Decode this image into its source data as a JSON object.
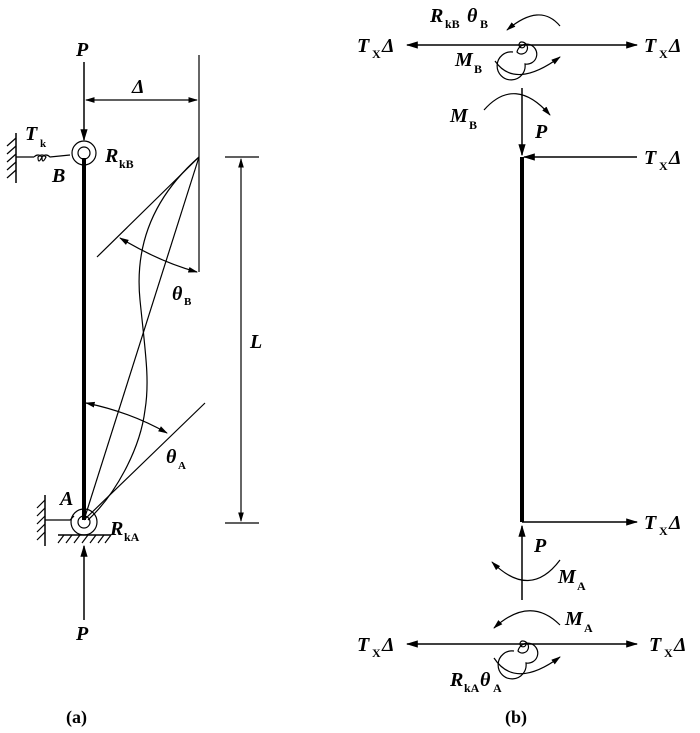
{
  "diagram": {
    "panel_a": {
      "caption": "(a)",
      "load_top": "P",
      "load_bottom": "P",
      "deflection": "Δ",
      "spring_label": "T",
      "spring_sub": "k",
      "node_top": "B",
      "node_bottom": "A",
      "rot_spring_top": "R",
      "rot_spring_top_sub": "kB",
      "rot_spring_bottom": "R",
      "rot_spring_bottom_sub": "kA",
      "angle_top": "θ",
      "angle_top_sub": "B",
      "angle_bottom": "θ",
      "angle_bottom_sub": "A",
      "length": "L"
    },
    "panel_b": {
      "caption": "(b)",
      "top_left_force": "T",
      "top_left_force_sub": "X",
      "top_left_force_delta": "Δ",
      "top_right_force": "T",
      "top_right_force_sub": "X",
      "top_right_force_delta": "Δ",
      "spring_moment_top": "R",
      "spring_moment_top_sub": "kB",
      "spring_moment_top_theta": "θ",
      "spring_moment_top_theta_sub": "B",
      "moment_top_1": "M",
      "moment_top_1_sub": "B",
      "moment_top_2": "M",
      "moment_top_2_sub": "B",
      "load_top": "P",
      "shear_top": "T",
      "shear_top_sub": "X",
      "shear_top_delta": "Δ",
      "shear_bottom": "T",
      "shear_bottom_sub": "X",
      "shear_bottom_delta": "Δ",
      "load_bottom": "P",
      "moment_bottom_1": "M",
      "moment_bottom_1_sub": "A",
      "moment_bottom_2": "M",
      "moment_bottom_2_sub": "A",
      "bottom_left_force": "T",
      "bottom_left_force_sub": "X",
      "bottom_left_force_delta": "Δ",
      "bottom_right_force": "T",
      "bottom_right_force_sub": "X",
      "bottom_right_force_delta": "Δ",
      "spring_moment_bottom": "R",
      "spring_moment_bottom_sub": "kA",
      "spring_moment_bottom_theta": "θ",
      "spring_moment_bottom_theta_sub": "A"
    }
  }
}
